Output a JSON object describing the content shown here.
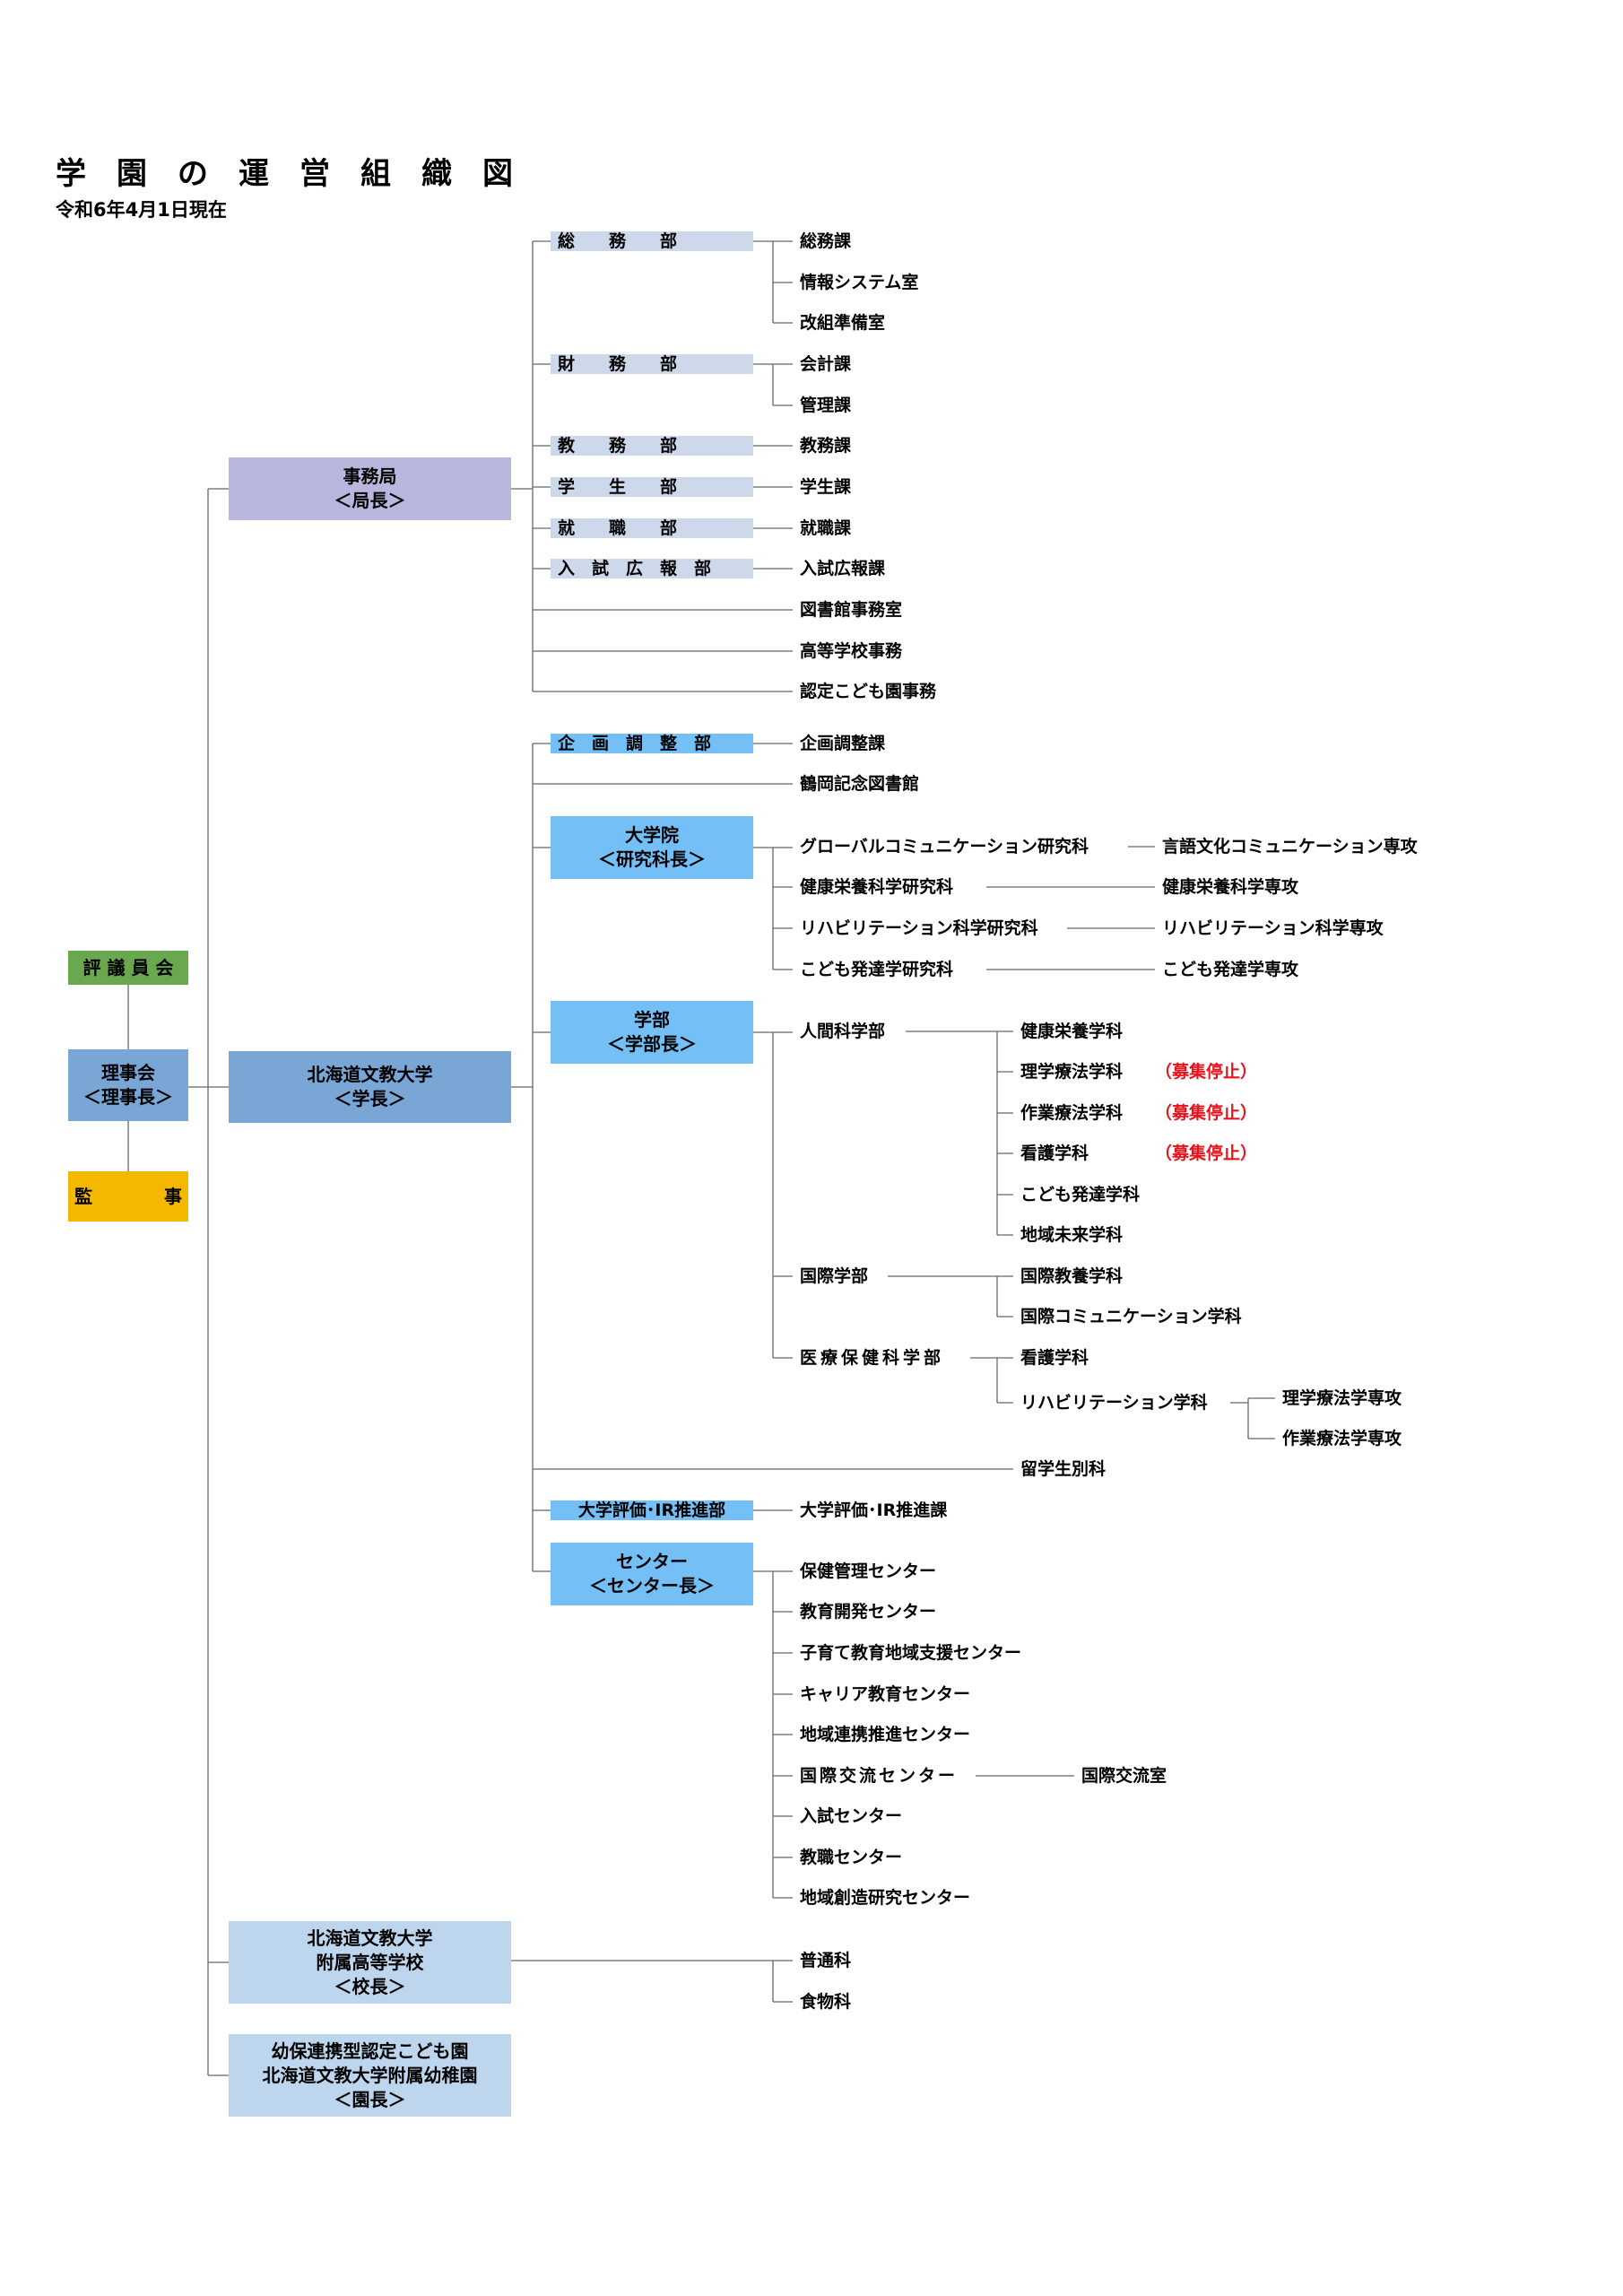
{
  "page": {
    "title": "学　園　の　運　営　組　織　図",
    "date": "令和6年4月1日現在"
  },
  "left": {
    "council": "評 議 員 会",
    "board": [
      "理事会",
      "＜理事長＞"
    ],
    "auditor": "監　　　　事"
  },
  "mid": {
    "office": [
      "事務局",
      "＜局長＞"
    ],
    "university": [
      "北海道文教大学",
      "＜学長＞"
    ],
    "highschool": [
      "北海道文教大学",
      "附属高等学校",
      "＜校長＞"
    ],
    "kindergarten": [
      "幼保連携型認定こども園",
      "北海道文教大学附属幼稚園",
      "＜園長＞"
    ]
  },
  "office": {
    "depts": {
      "soumu": "総　　務　　部",
      "zaimu": "財　　務　　部",
      "kyomu": "教　　務　　部",
      "gakusei": "学　　生　　部",
      "shushoku": "就　　職　　部",
      "nyushi": "入　試　広　報　部"
    },
    "sections": {
      "soumu_ka": "総務課",
      "joho": "情報システム室",
      "kaiso": "改組準備室",
      "kaikei": "会計課",
      "kanri": "管理課",
      "kyomu_ka": "教務課",
      "gakusei_ka": "学生課",
      "shushoku_ka": "就職課",
      "nyushi_ka": "入試広報課",
      "toshokan_jimu": "図書館事務室",
      "koko_jimu": "高等学校事務",
      "kodomoen_jimu": "認定こども園事務"
    }
  },
  "univ": {
    "kikaku": "企　画　調　整　部",
    "kikaku_ka": "企画調整課",
    "library": "鶴岡記念図書館",
    "graduate": [
      "大学院",
      "＜研究科長＞"
    ],
    "grad_programs": [
      [
        "グローバルコミュニケーション研究科",
        "言語文化コミュニケーション専攻"
      ],
      [
        "健康栄養科学研究科",
        "健康栄養科学専攻"
      ],
      [
        "リハビリテーション科学研究科",
        "リハビリテーション科学専攻"
      ],
      [
        "こども発達学研究科",
        "こども発達学専攻"
      ]
    ],
    "faculty": [
      "学部",
      "＜学部長＞"
    ],
    "human": "人間科学部",
    "human_depts": [
      "健康栄養学科",
      "理学療法学科",
      "作業療法学科",
      "看護学科",
      "こども発達学科",
      "地域未来学科"
    ],
    "suspended": "（募集停止）",
    "intl": "国際学部",
    "intl_depts": [
      "国際教養学科",
      "国際コミュニケーション学科"
    ],
    "medical": "医療保健科学部",
    "med_nursing": "看護学科",
    "med_rehab": "リハビリテーション学科",
    "rehab_majors": [
      "理学療法学専攻",
      "作業療法学専攻"
    ],
    "ryugaku": "留学生別科",
    "ir": "大学評価･IR推進部",
    "ir_ka": "大学評価･IR推進課",
    "center": [
      "センター",
      "＜センター長＞"
    ],
    "centers": [
      "保健管理センター",
      "教育開発センター",
      "子育て教育地域支援センター",
      "キャリア教育センター",
      "地域連携推進センター",
      "国際交流センター",
      "入試センター",
      "教職センター",
      "地域創造研究センター"
    ],
    "kokusai_room": "国際交流室"
  },
  "hs": {
    "courses": [
      "普通科",
      "食物科"
    ]
  },
  "colors": {
    "council": "#6aa84f",
    "board": "#7aa6d6",
    "auditor": "#f5b800",
    "office": "#b9b7dd",
    "university": "#7aa6d6",
    "school": "#bdd6ee",
    "dept_bar": "#cdd9ea",
    "blue": "#74bff5",
    "suspended": "#e8121b"
  }
}
